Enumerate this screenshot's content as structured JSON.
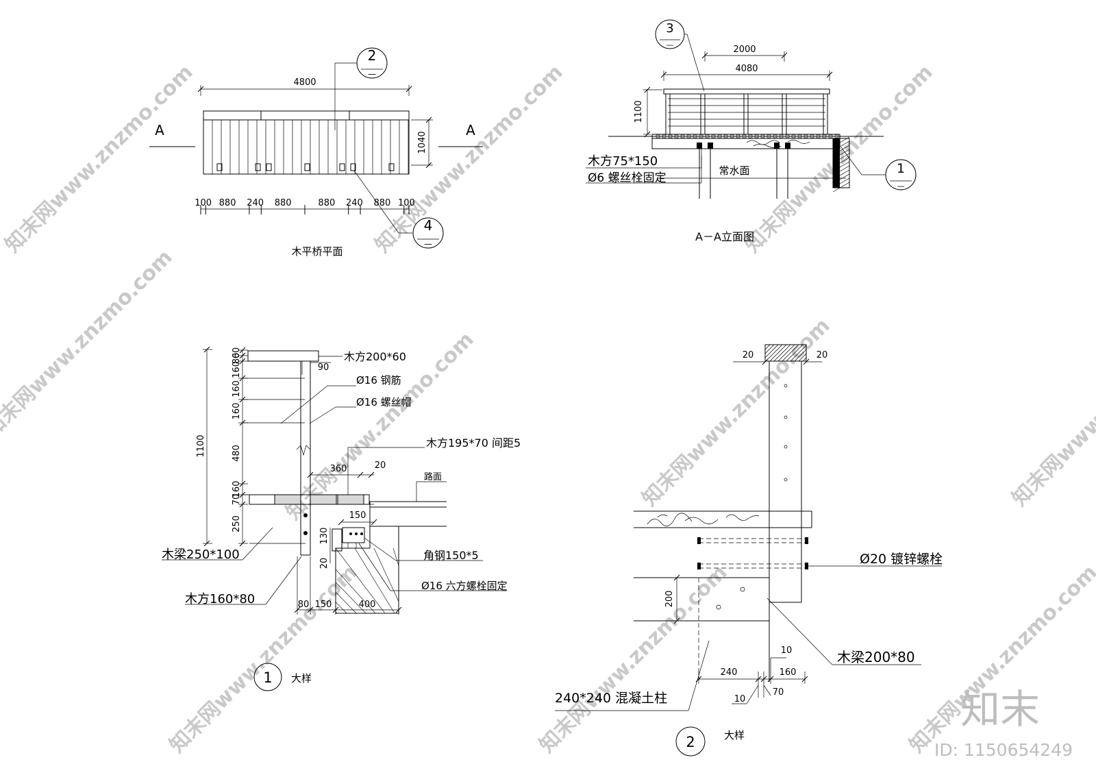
{
  "plan": {
    "title": "木平桥平面",
    "width_dim": "4800",
    "depth_dim": "1040",
    "section_left": "A",
    "section_right": "A",
    "spans": [
      "100",
      "880",
      "240",
      "880",
      "880",
      "240",
      "880",
      "100"
    ],
    "callout_2": {
      "num": "2",
      "sub": "—"
    },
    "callout_4": {
      "num": "4",
      "sub": "—"
    }
  },
  "elevation": {
    "title": "A－A立面图",
    "dim_top": "2000",
    "dim_total": "4080",
    "height_dim": "1100",
    "label_beam": "木方75*150",
    "label_bolt": "Ø6 螺丝栓固定",
    "label_water": "常水面",
    "callout_3": {
      "num": "3",
      "sub": "—"
    },
    "callout_1": {
      "num": "1",
      "sub": "—"
    }
  },
  "detail1": {
    "num": "1",
    "title": "大样",
    "total_height": "1100",
    "vdims": [
      "60",
      "80",
      "160",
      "160",
      "160",
      "480",
      "160",
      "70",
      "250"
    ],
    "dim_90": "90",
    "dim_360": "360",
    "dim_20": "20",
    "dim_150": "150",
    "dim_130": "130",
    "dim_20b": "20",
    "bottom_dims": [
      "80",
      "150",
      "400"
    ],
    "labels": {
      "top_rail": "木方200*60",
      "rebar": "Ø16 钢筋",
      "nut": "Ø16 螺丝帽",
      "deck": "木方195*70 间距5",
      "road": "路面",
      "beam": "木梁250*100",
      "angle": "角钢150*5",
      "hexbolt": "Ø16 六方螺栓固定",
      "post": "木方160*80"
    }
  },
  "detail2": {
    "num": "2",
    "title": "大样",
    "dim_left20": "20",
    "dim_right20": "20",
    "dim_200": "200",
    "dim_240": "240",
    "dim_160": "160",
    "dim_10a": "10",
    "dim_10b": "10",
    "dim_70": "70",
    "label_bolt": "Ø20 镀锌螺栓",
    "label_beam": "木梁200*80",
    "label_column": "240*240 混凝土柱"
  },
  "brand": {
    "logo": "知末",
    "id": "ID: 1150654249",
    "watermark": "知末网www.znzmo.com"
  }
}
